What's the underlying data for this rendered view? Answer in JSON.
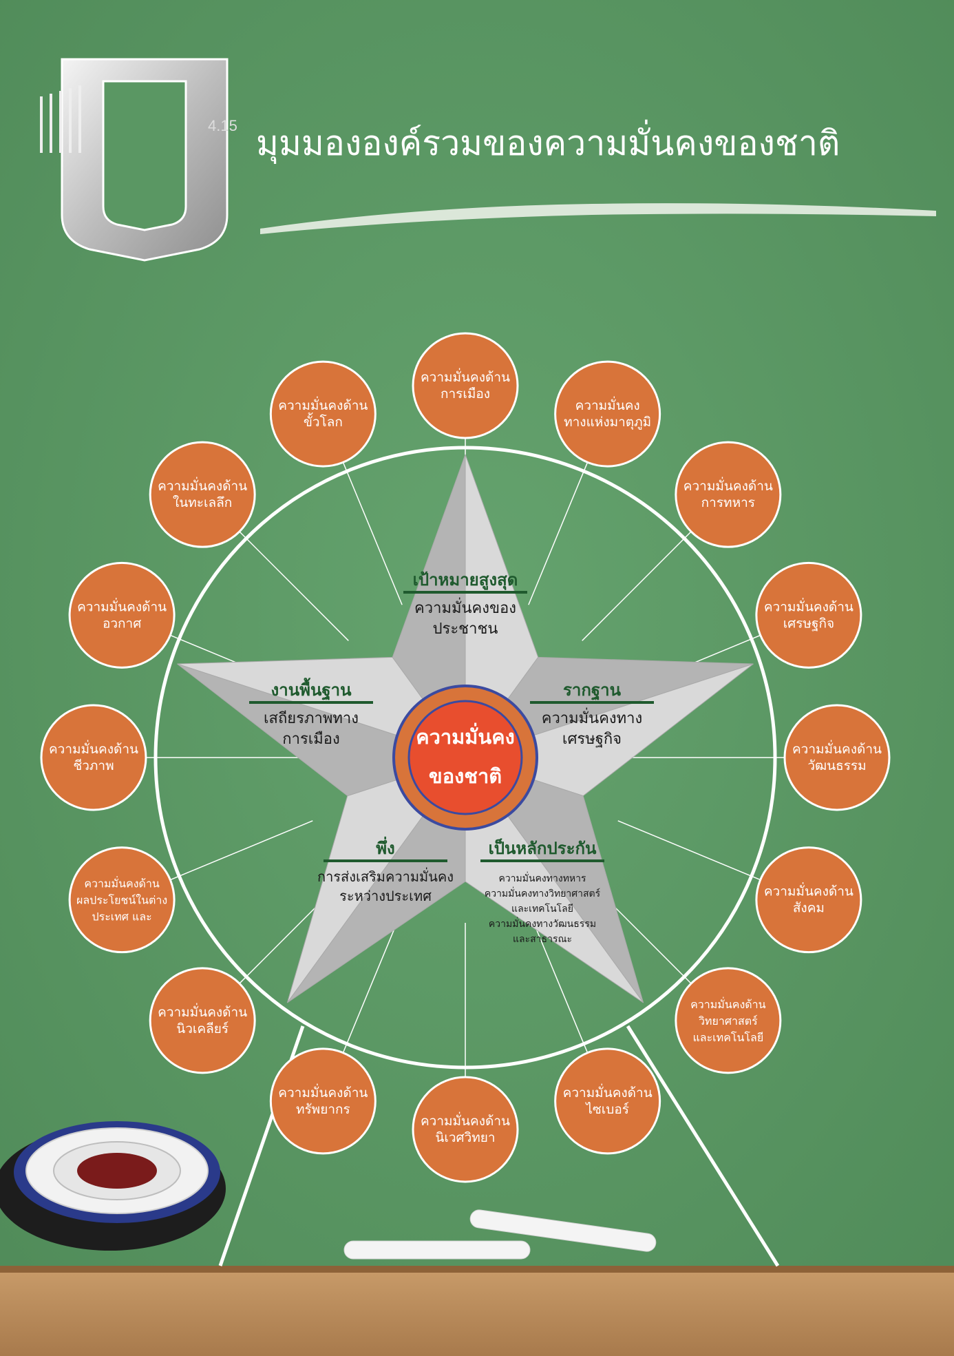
{
  "title": "มุมมององค์รวมของความมั่นคงของชาติ",
  "logo": {
    "label": "4.15"
  },
  "colors": {
    "board": "#5a9763",
    "circle": "#d8743a",
    "center_fill": "#e84e2e",
    "center_ring": "#d8743a",
    "center_border": "#3b4aa0",
    "heading": "#1f5a2e",
    "star_light": "#d9d9d9",
    "star_dark": "#b4b4b4",
    "shelf": "#b98c5e"
  },
  "center": {
    "line1": "ความมั่นคง",
    "line2": "ของชาติ"
  },
  "star": {
    "top": {
      "heading": "เป้าหมายสูงสุด",
      "lines": [
        "ความมั่นคงของ",
        "ประชาชน"
      ]
    },
    "right": {
      "heading": "รากฐาน",
      "lines": [
        "ความมั่นคงทาง",
        "เศรษฐกิจ"
      ]
    },
    "left": {
      "heading": "งานพื้นฐาน",
      "lines": [
        "เสถียรภาพทาง",
        "การเมือง"
      ]
    },
    "bottom_left": {
      "heading": "พึ่ง",
      "lines": [
        "การส่งเสริมความมั่นคง",
        "ระหว่างประเทศ"
      ]
    },
    "bottom_right": {
      "heading": "เป็นหลักประกัน",
      "lines": [
        "ความมั่นคงทางทหาร",
        "ความมั่นคงทางวิทยาศาสตร์",
        "และเทคโนโลยี",
        "ความมั่นคงทางวัฒนธรรม",
        "และสาธารณะ"
      ]
    }
  },
  "circles": [
    {
      "name": "circle-politics",
      "lines": [
        "ความมั่นคงด้าน",
        "การเมือง"
      ]
    },
    {
      "name": "circle-homeland",
      "lines": [
        "ความมั่นคง",
        "ทางแห่งมาตุภูมิ"
      ]
    },
    {
      "name": "circle-military",
      "lines": [
        "ความมั่นคงด้าน",
        "การทหาร"
      ]
    },
    {
      "name": "circle-economy",
      "lines": [
        "ความมั่นคงด้าน",
        "เศรษฐกิจ"
      ]
    },
    {
      "name": "circle-culture",
      "lines": [
        "ความมั่นคงด้าน",
        "วัฒนธรรม"
      ]
    },
    {
      "name": "circle-society",
      "lines": [
        "ความมั่นคงด้าน",
        "สังคม"
      ]
    },
    {
      "name": "circle-science-technology",
      "lines": [
        "ความมั่นคงด้าน",
        "วิทยาศาสตร์",
        "และเทคโนโลยี"
      ]
    },
    {
      "name": "circle-cyber",
      "lines": [
        "ความมั่นคงด้าน",
        "ไซเบอร์"
      ]
    },
    {
      "name": "circle-ecology",
      "lines": [
        "ความมั่นคงด้าน",
        "นิเวศวิทยา"
      ]
    },
    {
      "name": "circle-resources",
      "lines": [
        "ความมั่นคงด้าน",
        "ทรัพยากร"
      ]
    },
    {
      "name": "circle-nuclear",
      "lines": [
        "ความมั่นคงด้าน",
        "นิวเคลียร์"
      ]
    },
    {
      "name": "circle-overseas-interests",
      "lines": [
        "ความมั่นคงด้าน",
        "ผลประโยชน์ในต่าง",
        "ประเทศ และ"
      ]
    },
    {
      "name": "circle-biological",
      "lines": [
        "ความมั่นคงด้าน",
        "ชีวภาพ"
      ]
    },
    {
      "name": "circle-space",
      "lines": [
        "ความมั่นคงด้าน",
        "อวกาศ"
      ]
    },
    {
      "name": "circle-deep-sea",
      "lines": [
        "ความมั่นคงด้าน",
        "ในทะเลลึก"
      ]
    },
    {
      "name": "circle-polar",
      "lines": [
        "ความมั่นคงด้าน",
        "ขั้วโลก"
      ]
    }
  ]
}
